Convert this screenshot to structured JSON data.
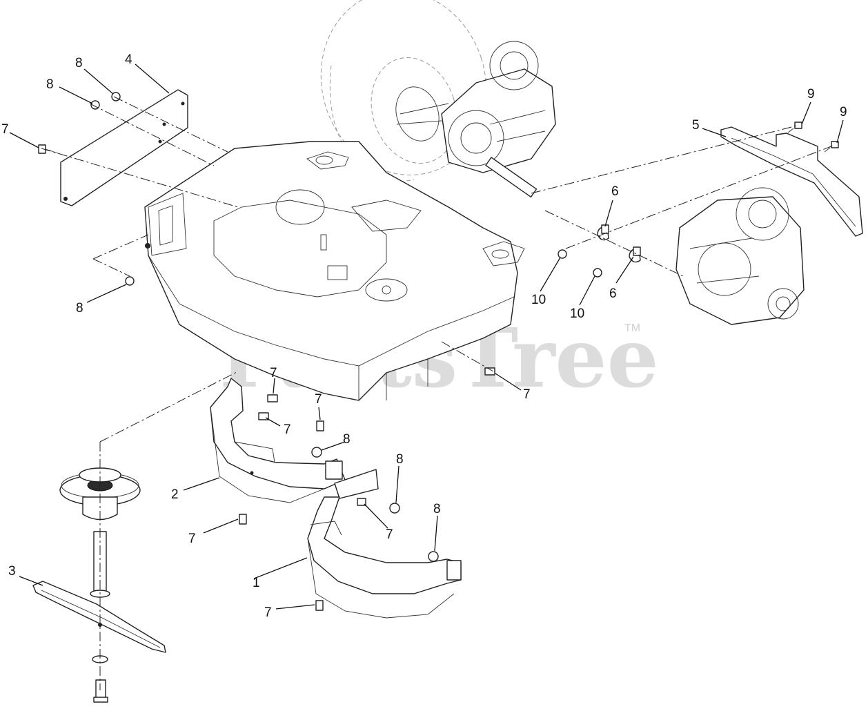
{
  "watermark": {
    "brand": "PartsTree",
    "trademark": "TM"
  },
  "callouts": {
    "c1": "1",
    "c2": "2",
    "c3": "3",
    "c4": "4",
    "c5": "5",
    "c6a": "6",
    "c6b": "6",
    "c7a": "7",
    "c7b": "7",
    "c7c": "7",
    "c7d": "7",
    "c7e": "7",
    "c7f": "7",
    "c7g": "7",
    "c7h": "7",
    "c8a": "8",
    "c8b": "8",
    "c8c": "8",
    "c8d": "8",
    "c8e": "8",
    "c8f": "8",
    "c9a": "9",
    "c9b": "9",
    "c10a": "10",
    "c10b": "10"
  }
}
